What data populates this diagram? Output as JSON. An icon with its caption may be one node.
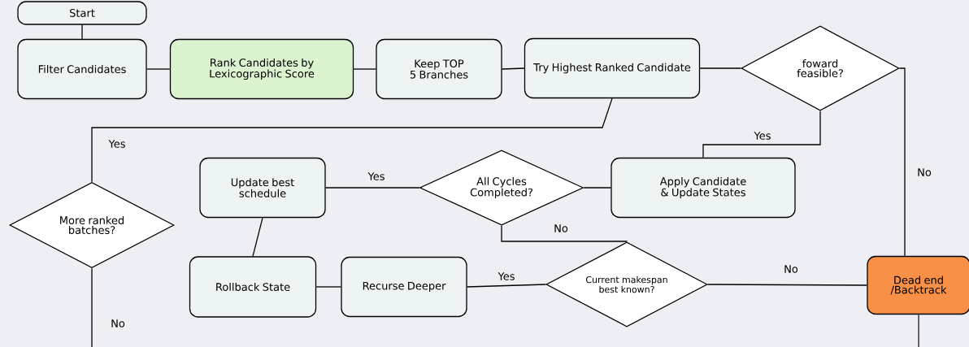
{
  "diagram": {
    "nodes": [
      {
        "text": [
          "Start"
        ]
      },
      {
        "text": [
          "Filter Candidates"
        ]
      },
      {
        "text": [
          "Rank Candidates by Lexicographic Score"
        ]
      },
      {
        "text": [
          "Keep TOP 5 Branches"
        ]
      },
      {
        "text": [
          "Try Highest Ranked Candidate"
        ]
      },
      {
        "text": [
          "foward feasible?"
        ]
      },
      {
        "text": [
          "More ranked batches?"
        ]
      },
      {
        "text": [
          "Update best schedule"
        ]
      },
      {
        "text": [
          "All Cycles Completed?"
        ]
      },
      {
        "text": [
          "Apply Candidate & Update States"
        ]
      },
      {
        "text": [
          "Rollback State"
        ]
      },
      {
        "text": [
          "Recurse Deeper"
        ]
      },
      {
        "text": [
          "Current makespan best known?"
        ]
      },
      {
        "text": [
          "Dead end /Backtrack"
        ]
      }
    ],
    "edges": [
      {
        "from": 0,
        "to": 1,
        "arrow": "none"
      },
      {
        "from": 1,
        "to": 2,
        "arrow": "none"
      },
      {
        "from": 2,
        "to": 3,
        "arrow": "none"
      },
      {
        "from": 3,
        "to": 4,
        "arrow": "none"
      },
      {
        "from": 4,
        "to": 5,
        "arrow": "none"
      },
      {
        "from": 5,
        "to": 9,
        "arrow": "none",
        "label": "Yes"
      },
      {
        "from": 5,
        "to": 13,
        "arrow": "none",
        "label": "No"
      },
      {
        "from": 4,
        "to": 6,
        "arrow": "none",
        "label": "Yes"
      },
      {
        "from": 9,
        "to": 8,
        "arrow": "none"
      },
      {
        "from": 8,
        "to": 7,
        "arrow": "none",
        "label": "Yes"
      },
      {
        "from": 8,
        "to": 12,
        "arrow": "none",
        "label": "No"
      },
      {
        "from": 7,
        "to": 10,
        "arrow": "none"
      },
      {
        "from": 10,
        "to": 11,
        "arrow": "none"
      },
      {
        "from": 12,
        "to": 11,
        "arrow": "none",
        "label": "Yes"
      },
      {
        "from": 12,
        "to": 13,
        "arrow": "none",
        "label": "No"
      },
      {
        "from": 6,
        "to": null,
        "arrow": "none",
        "label": "No"
      },
      {
        "from": 13,
        "to": null,
        "arrow": "none"
      }
    ]
  }
}
